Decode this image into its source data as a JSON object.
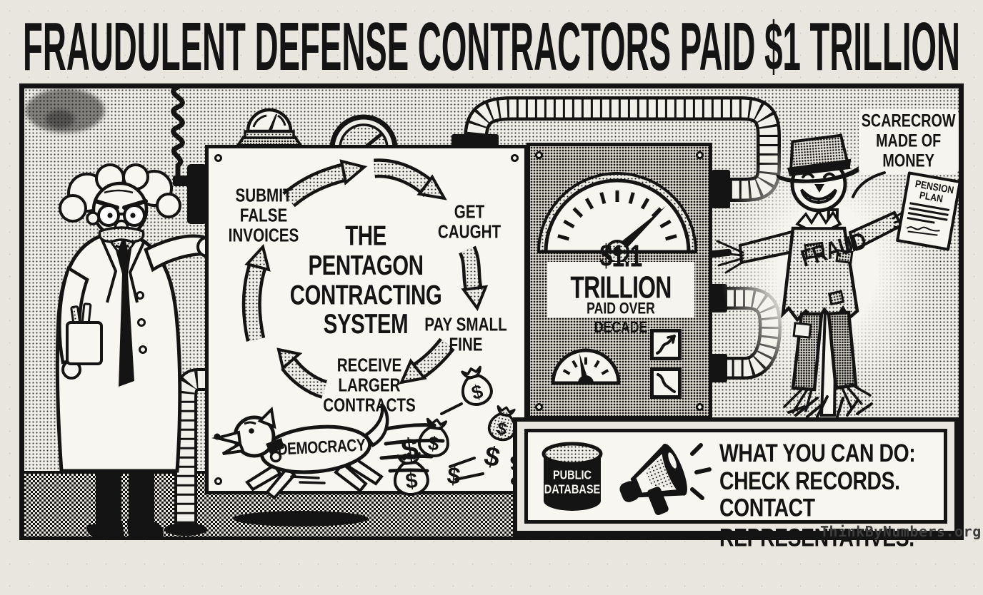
{
  "title": "FRAUDULENT DEFENSE CONTRACTORS PAID $1 TRILLION",
  "cycle": {
    "center": "THE\nPENTAGON\nCONTRACTING\nSYSTEM",
    "steps": [
      "SUBMIT\nFALSE\nINVOICES",
      "GET\nCAUGHT",
      "PAY SMALL\nFINE",
      "RECEIVE\nLARGER\nCONTRACTS"
    ]
  },
  "machine": {
    "value": "$1.1 TRILLION",
    "caption": "PAID OVER DECADE"
  },
  "scarecrow": {
    "caption": "SCARECROW\nMADE OF\nMONEY",
    "label": "FRAUD",
    "document": "PENSION\nPLAN"
  },
  "dog": {
    "label": "DEMOCRACY"
  },
  "money": {
    "dollar": "$"
  },
  "action": {
    "database": "PUBLIC\nDATABASE",
    "lines": [
      "WHAT YOU CAN DO:",
      "CHECK RECORDS.",
      "CONTACT REPRESENTATIVES."
    ]
  },
  "watermark": "ThinkByNumbers.org",
  "colors": {
    "ink": "#141414",
    "paper": "#e9e6e0",
    "panel": "#f8f6f1"
  }
}
